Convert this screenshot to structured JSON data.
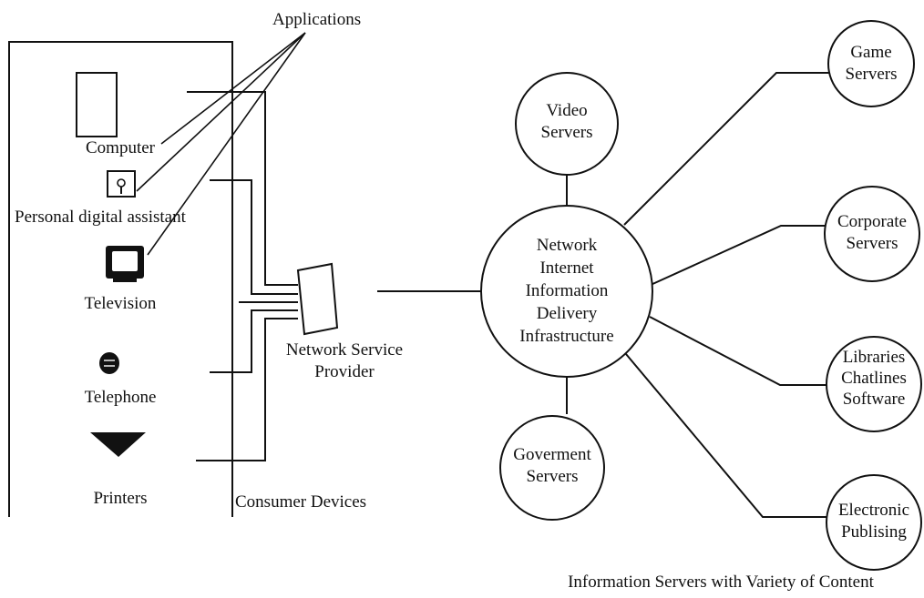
{
  "applications_label": "Applications",
  "devices": {
    "computer": "Computer",
    "pda": "Personal digital assistant",
    "television": "Television",
    "telephone": "Telephone",
    "printers": "Printers"
  },
  "consumer_devices_label": "Consumer Devices",
  "provider": {
    "line1": "Network Service",
    "line2": "Provider"
  },
  "hub": {
    "lines": [
      "Network",
      "Internet",
      "Information",
      "Delivery",
      "Infrastructure"
    ]
  },
  "servers": {
    "video": [
      "Video",
      "Servers"
    ],
    "government": [
      "Goverment",
      "Servers"
    ],
    "game": [
      "Game",
      "Servers"
    ],
    "corporate": [
      "Corporate",
      "Servers"
    ],
    "libraries": [
      "Libraries",
      "Chatlines",
      "Software"
    ],
    "publishing": [
      "Electronic",
      "Publising"
    ]
  },
  "caption": "Information Servers with Variety of Content"
}
